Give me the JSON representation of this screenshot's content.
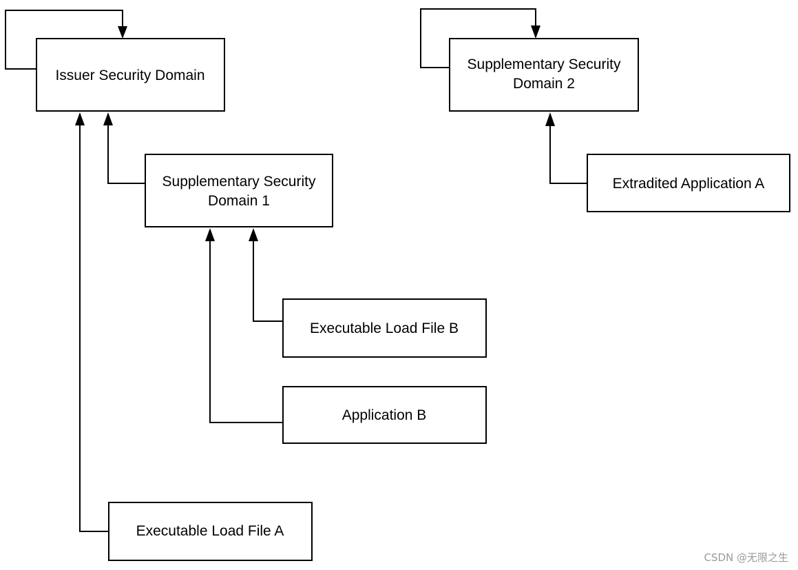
{
  "nodes": {
    "issuer_sd": {
      "label": "Issuer Security Domain"
    },
    "ssd1": {
      "line1": "Supplementary Security",
      "line2": "Domain 1"
    },
    "ssd2": {
      "line1": "Supplementary Security",
      "line2": "Domain 2"
    },
    "elf_b": {
      "label": "Executable Load File B"
    },
    "app_b": {
      "label": "Application B"
    },
    "elf_a": {
      "label": "Executable Load File A"
    },
    "extradited_app_a": {
      "label": "Extradited Application A"
    }
  },
  "edges": [
    {
      "from": "issuer_sd",
      "to": "issuer_sd",
      "kind": "self-loop"
    },
    {
      "from": "ssd2",
      "to": "ssd2",
      "kind": "self-loop"
    },
    {
      "from": "ssd1",
      "to": "issuer_sd"
    },
    {
      "from": "elf_a",
      "to": "issuer_sd"
    },
    {
      "from": "elf_b",
      "to": "ssd1"
    },
    {
      "from": "app_b",
      "to": "ssd1"
    },
    {
      "from": "extradited_app_a",
      "to": "ssd2"
    }
  ],
  "watermark": "CSDN @无限之生"
}
